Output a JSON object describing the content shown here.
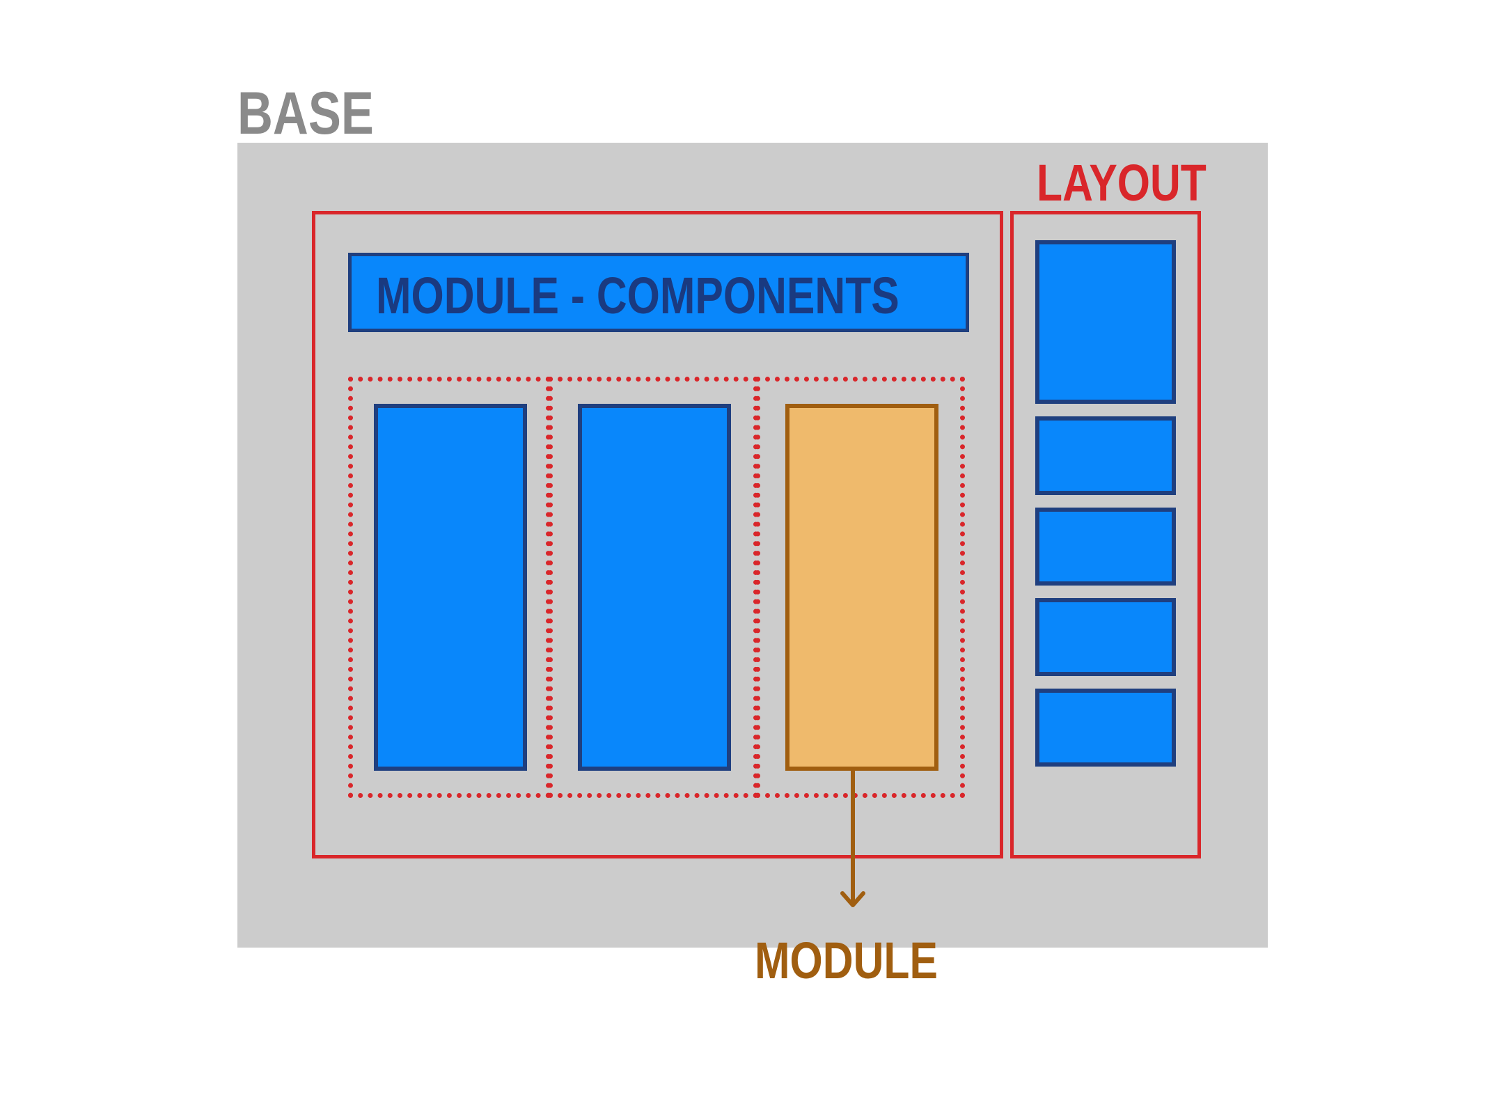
{
  "labels": {
    "base": "BASE",
    "layout": "LAYOUT",
    "module_components": "MODULE - COMPONENTS",
    "module": "MODULE"
  },
  "colors": {
    "base_fill": "#cccccc",
    "base_text": "#8a8a8a",
    "layout_red": "#d9262a",
    "component_blue": "#0987fb",
    "component_border": "#1f3f7f",
    "components_text": "#1a3a80",
    "module_fill": "#efba6c",
    "module_border": "#a05e10",
    "module_text": "#a05e10"
  }
}
